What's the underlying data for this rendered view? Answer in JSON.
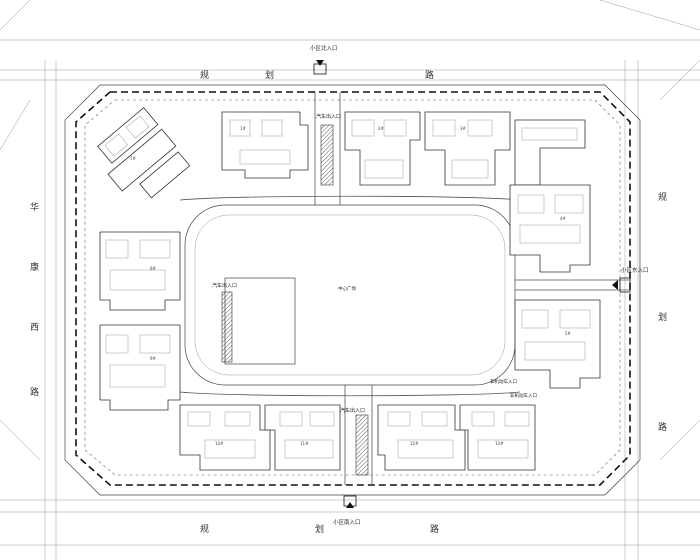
{
  "labels": {
    "gate_north": "小区北入口",
    "gate_east": "小区东入口",
    "gate_south": "小区南入口",
    "garage_west": "汽车出入口",
    "garage_north": "汽车出入口",
    "garage_south": "汽车出入口",
    "nonmotor_1": "非机动车入口",
    "nonmotor_2": "非机动车入口",
    "central_plaza": "中心广场",
    "road_north": [
      "规",
      "划",
      "路"
    ],
    "road_west": [
      "华",
      "康",
      "西",
      "路"
    ],
    "road_east": [
      "规",
      "划",
      "路"
    ],
    "road_south": [
      "规",
      "划",
      "路"
    ]
  },
  "colors": {
    "boundary": "#111111",
    "lines": "#444444",
    "background": "#ffffff"
  }
}
